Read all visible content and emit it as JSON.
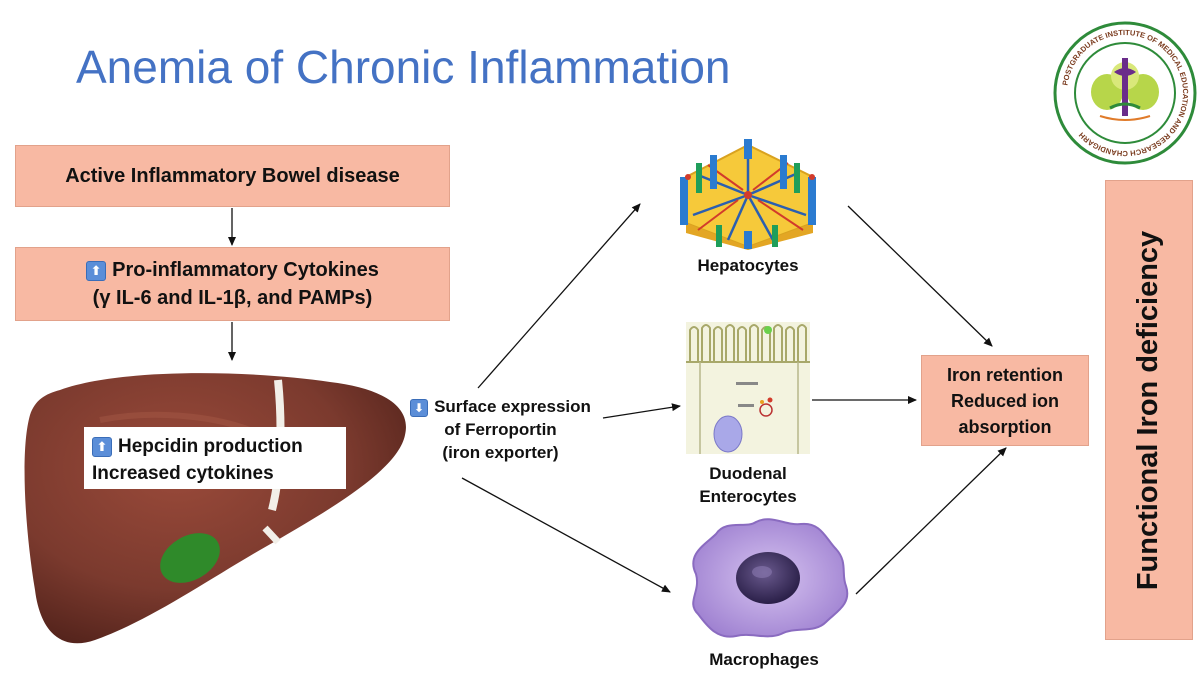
{
  "title": "Anemia of Chronic Inflammation",
  "boxes": {
    "ibd": "Active Inflammatory Bowel disease",
    "cytokines_line1": "Pro-inflammatory Cytokines",
    "cytokines_line2": "(γ IL-6 and IL-1β, and PAMPs)",
    "hepcidin_line1": "Hepcidin production",
    "hepcidin_line2": "Increased cytokines",
    "ferroportin_line1": "Surface expression",
    "ferroportin_line2": "of Ferroportin",
    "ferroportin_line3": "(iron exporter)",
    "iron_line1": "Iron retention",
    "iron_line2": "Reduced ion",
    "iron_line3": "absorption",
    "functional": "Functional Iron deficiency"
  },
  "cells": {
    "hepatocytes": "Hepatocytes",
    "enterocytes_line1": "Duodenal",
    "enterocytes_line2": "Enterocytes",
    "macrophages": "Macrophages"
  },
  "icons": {
    "up_arrow": "up-arrow-icon",
    "down_arrow": "down-arrow-icon"
  },
  "logo": {
    "ring_text": "POSTGRADUATE INSTITUTE OF MEDICAL EDUCATION AND RESEARCH CHANDIGARH"
  },
  "colors": {
    "title": "#4472c4",
    "box_fill": "#f8b9a3",
    "liver": "#7b3a2e"
  }
}
